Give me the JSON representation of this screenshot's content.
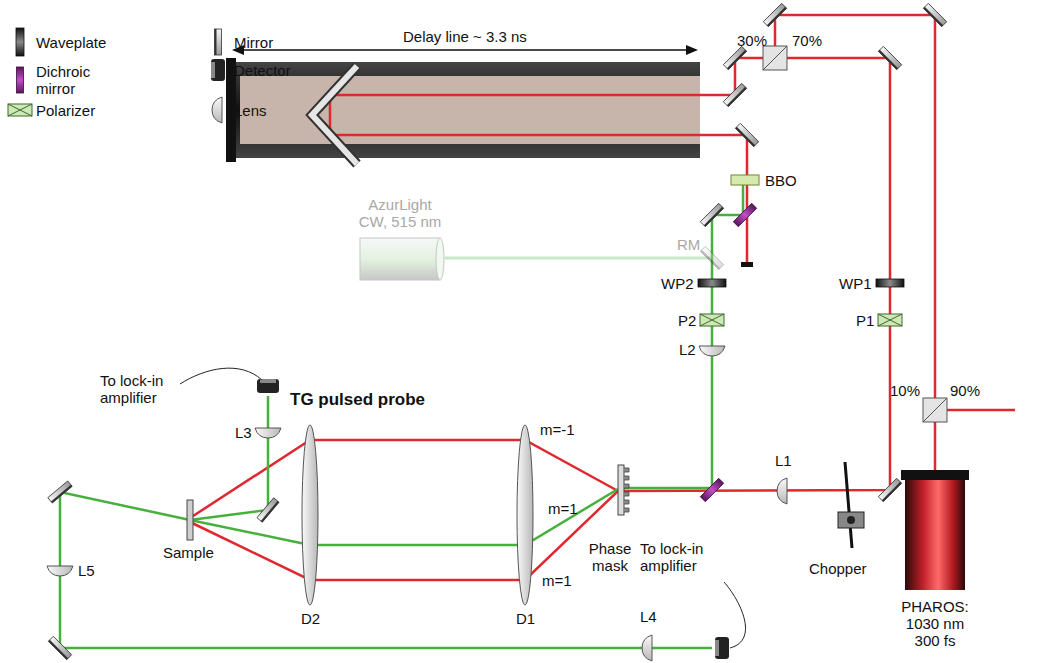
{
  "diagram": {
    "labels": [
      "Delay line ~ 3.3 ns",
      "70%",
      "30%",
      "BBO",
      "AzurLight CW, 515 nm",
      "RM",
      "WP2",
      "P2",
      "L2",
      "WP1",
      "P1",
      "10%",
      "90%",
      "TG pulsed probe",
      "To lock-in amplifier",
      "L3",
      "m=-1",
      "m=1",
      "m=1",
      "Sample",
      "D2",
      "D1",
      "Phase mask",
      "To lock-in amplifier",
      "L1",
      "Chopper",
      "L5",
      "L4",
      "PHAROS: 1030 nm 300 fs"
    ],
    "legend": [
      {
        "text": "Waveplate"
      },
      {
        "text": "Dichroic mirror"
      },
      {
        "text": "Polarizer"
      },
      {
        "text": "Mirror"
      },
      {
        "text": "Detector"
      },
      {
        "text": "Lens"
      }
    ]
  }
}
